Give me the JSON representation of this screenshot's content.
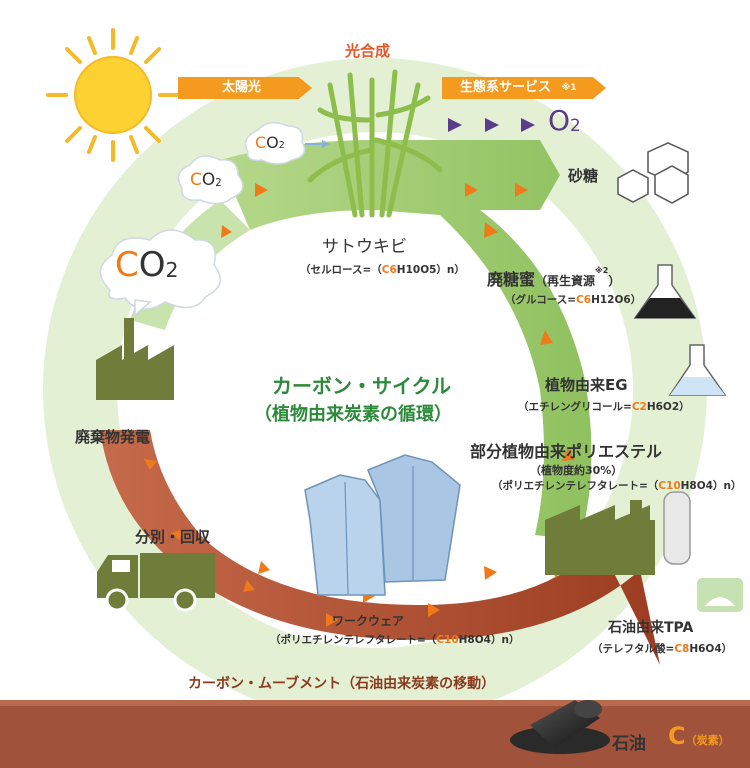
{
  "photosynthesis": "光合成",
  "sunlight_label": "太陽光",
  "ecosystem_label": "生態系サービス",
  "ecosystem_note": "※1",
  "oxygen": {
    "letter": "O",
    "sub": "2"
  },
  "co2": {
    "c": "C",
    "o": "O",
    "sub": "2"
  },
  "sugar": "砂糖",
  "sugarcane": {
    "name": "サトウキビ",
    "formula_prefix": "（セルロース=（",
    "formula_c": "C6",
    "formula_rest": "H10O5）n）"
  },
  "molasses": {
    "name": "廃糖蜜",
    "note": "（再生資源",
    "note_mark": "※2",
    "note_end": "）",
    "formula_prefix": "（グルコース=",
    "formula_c": "C6",
    "formula_rest": "H12O6）"
  },
  "plant_eg": {
    "name": "植物由来EG",
    "formula_prefix": "（エチレングリコール=",
    "formula_c": "C2",
    "formula_rest": "H6O2）"
  },
  "partial_polyester": {
    "name": "部分植物由来ポリエステル",
    "sub": "（植物度約30%）",
    "formula_prefix": "（ポリエチレンテレフタレート=（",
    "formula_c": "C10",
    "formula_rest": "H8O4）n）"
  },
  "center_title_1": "カーボン・サイクル",
  "center_title_2": "（植物由来炭素の循環）",
  "waste_power": "廃棄物発電",
  "sorting": "分別・回収",
  "workwear": {
    "name": "ワークウェア",
    "formula_prefix": "（ポリエチレンテレフタレート=（",
    "formula_c": "C10",
    "formula_rest": "H8O4）n）"
  },
  "petroleum_tpa": {
    "name": "石油由来TPA",
    "formula_prefix": "（テレフタル酸=",
    "formula_c": "C8",
    "formula_rest": "H6O4）"
  },
  "carbon_movement": "カーボン・ムーブメント（石油由来炭素の移動）",
  "oil": "石油",
  "carbon": {
    "letter": "C",
    "label": "（炭素）"
  },
  "colors": {
    "green_ring": "#e2efd2",
    "green_arrow": "#a9d07e",
    "brown_arrow": "#a8472a",
    "orange": "#f07a1a",
    "ground": "#a1523a",
    "factory": "#6f7c3a"
  }
}
